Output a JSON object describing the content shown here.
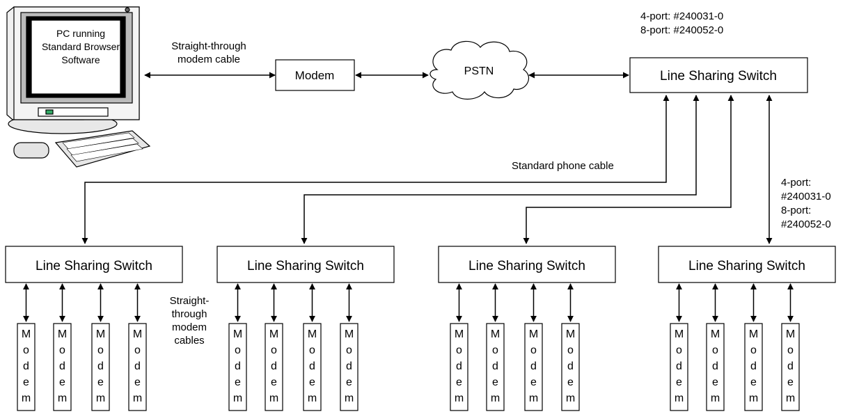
{
  "pc": {
    "screen_lines": [
      "PC running",
      "Standard Browser",
      "Software"
    ]
  },
  "labels": {
    "straight_modem_cable": [
      "Straight-through",
      "modem cable"
    ],
    "modem": "Modem",
    "pstn": "PSTN",
    "main_switch": "Line Sharing Switch",
    "top_part_numbers": [
      "4-port: #240031-0",
      "8-port: #240052-0"
    ],
    "standard_phone_cable": "Standard phone cable",
    "right_part_numbers": [
      "4-port:",
      "#240031-0",
      "8-port:",
      "#240052-0"
    ],
    "straight_modem_cables": [
      "Straight-",
      "through",
      "modem",
      "cables"
    ]
  },
  "switches": [
    {
      "label": "Line Sharing Switch"
    },
    {
      "label": "Line Sharing Switch"
    },
    {
      "label": "Line Sharing Switch"
    },
    {
      "label": "Line Sharing Switch"
    }
  ],
  "modem_letters": [
    "M",
    "o",
    "d",
    "e",
    "m"
  ]
}
